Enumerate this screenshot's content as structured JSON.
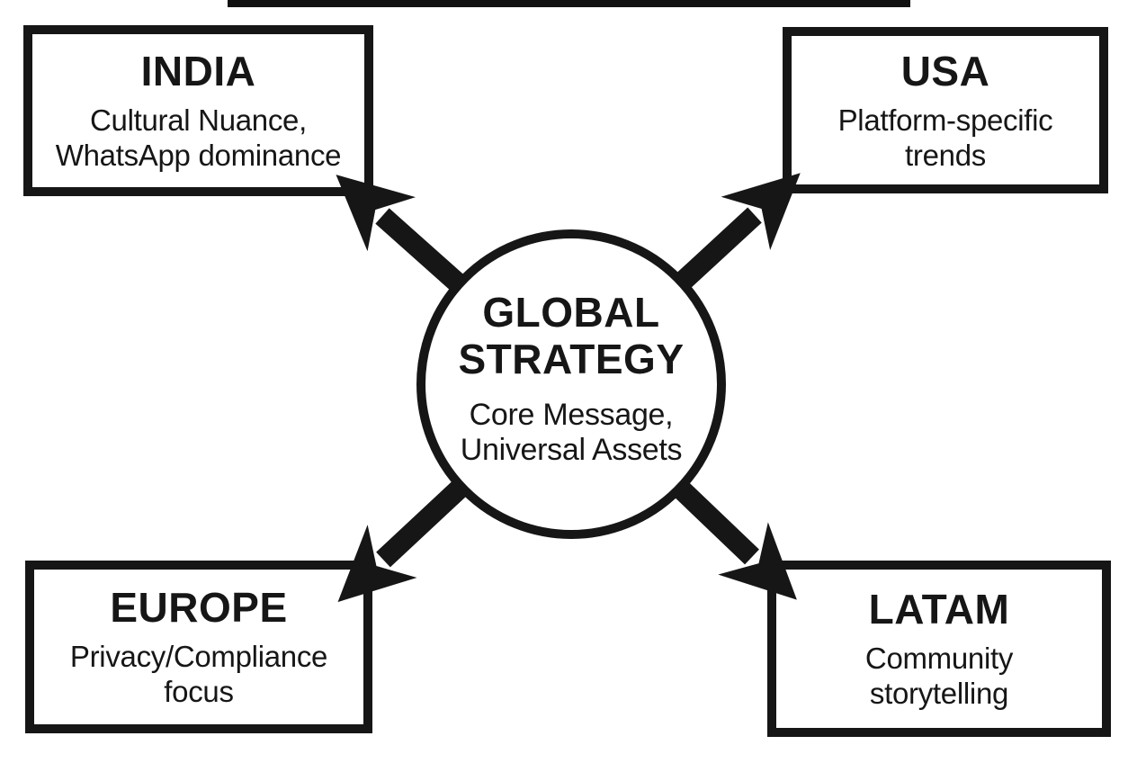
{
  "diagram": {
    "type": "hub-and-spoke",
    "center": {
      "title_line1": "GLOBAL",
      "title_line2": "STRATEGY",
      "subtitle_line1": "Core Message,",
      "subtitle_line2": "Universal Assets"
    },
    "regions": [
      {
        "title": "INDIA",
        "subtitle_line1": "Cultural Nuance,",
        "subtitle_line2": "WhatsApp dominance",
        "position": "top-left"
      },
      {
        "title": "USA",
        "subtitle_line1": "Platform-specific",
        "subtitle_line2": "trends",
        "position": "top-right"
      },
      {
        "title": "EUROPE",
        "subtitle_line1": "Privacy/Compliance",
        "subtitle_line2": "focus",
        "position": "bottom-left"
      },
      {
        "title": "LATAM",
        "subtitle_line1": "Community",
        "subtitle_line2": "storytelling",
        "position": "bottom-right"
      }
    ],
    "colors": {
      "ink": "#161616",
      "background": "#ffffff"
    }
  }
}
